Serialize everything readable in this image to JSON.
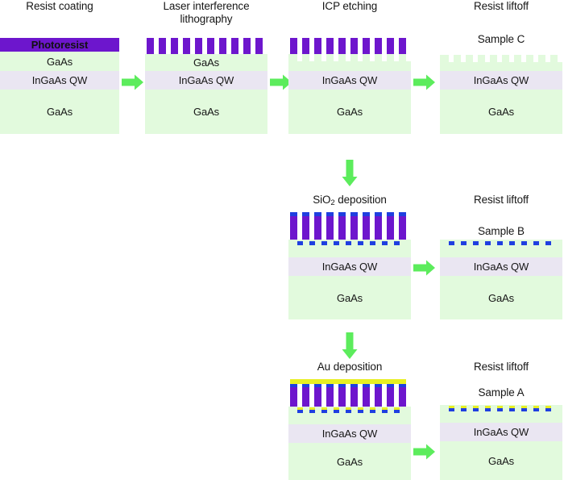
{
  "figure": {
    "type": "process-flow-diagram",
    "description": "Nanofabrication process flow for InGaAs quantum-well grating samples A, B and C",
    "colors": {
      "gaas": "#e2fadd",
      "ingaas_qw": "#eae6f2",
      "photoresist": "#6d16cd",
      "sio2": "#1f3fe0",
      "au": "#e8ef22",
      "arrow": "#5cec5c",
      "background": "#ffffff",
      "text": "#161616"
    },
    "legend_terms": [
      "Photoresist",
      "GaAs",
      "InGaAs QW",
      "SiO2",
      "Au"
    ]
  },
  "steps": {
    "resist_coating": {
      "title": "Resist coating",
      "layers": [
        {
          "label": "Photoresist",
          "material": "photoresist"
        },
        {
          "label": "GaAs",
          "material": "gaas"
        },
        {
          "label": "InGaAs QW",
          "material": "ingaas_qw"
        },
        {
          "label": "GaAs",
          "material": "gaas"
        }
      ]
    },
    "lithography": {
      "title": "Laser interference\nlithography",
      "title_line1": "Laser interference",
      "title_line2": "lithography",
      "grating_bars": 10,
      "layers": [
        {
          "label": "GaAs",
          "material": "gaas"
        },
        {
          "label": "InGaAs QW",
          "material": "ingaas_qw"
        },
        {
          "label": "GaAs",
          "material": "gaas"
        }
      ]
    },
    "icp_etching": {
      "title": "ICP etching",
      "grating_bars": 10,
      "layers": [
        {
          "label": "InGaAs QW",
          "material": "ingaas_qw"
        },
        {
          "label": "GaAs",
          "material": "gaas"
        }
      ]
    },
    "liftoff_c": {
      "title": "Resist liftoff",
      "sample": "Sample C",
      "grating_bars": 10,
      "layers": [
        {
          "label": "InGaAs QW",
          "material": "ingaas_qw"
        },
        {
          "label": "GaAs",
          "material": "gaas"
        }
      ]
    },
    "sio2_deposition": {
      "title": "SiO2 deposition",
      "title_prefix": "SiO",
      "title_subscript": "2",
      "title_suffix": " deposition",
      "grating_bars": 10,
      "deposit": "sio2",
      "layers": [
        {
          "label": "InGaAs QW",
          "material": "ingaas_qw"
        },
        {
          "label": "GaAs",
          "material": "gaas"
        }
      ]
    },
    "liftoff_b": {
      "title": "Resist liftoff",
      "sample": "Sample B",
      "dashes": 9,
      "layers": [
        {
          "label": "InGaAs QW",
          "material": "ingaas_qw"
        },
        {
          "label": "GaAs",
          "material": "gaas"
        }
      ]
    },
    "au_deposition": {
      "title": "Au deposition",
      "grating_bars": 10,
      "deposit": "au-on-sio2",
      "layers": [
        {
          "label": "InGaAs QW",
          "material": "ingaas_qw"
        },
        {
          "label": "GaAs",
          "material": "gaas"
        }
      ]
    },
    "liftoff_a": {
      "title": "Resist liftoff",
      "sample": "Sample A",
      "dashes": 9,
      "layers": [
        {
          "label": "InGaAs QW",
          "material": "ingaas_qw"
        },
        {
          "label": "GaAs",
          "material": "gaas"
        }
      ]
    }
  },
  "arrows": {
    "r1": "arrow-right",
    "r2": "arrow-right",
    "r3": "arrow-right",
    "d1": "arrow-down",
    "r4": "arrow-right",
    "d2": "arrow-down",
    "r5": "arrow-right"
  }
}
